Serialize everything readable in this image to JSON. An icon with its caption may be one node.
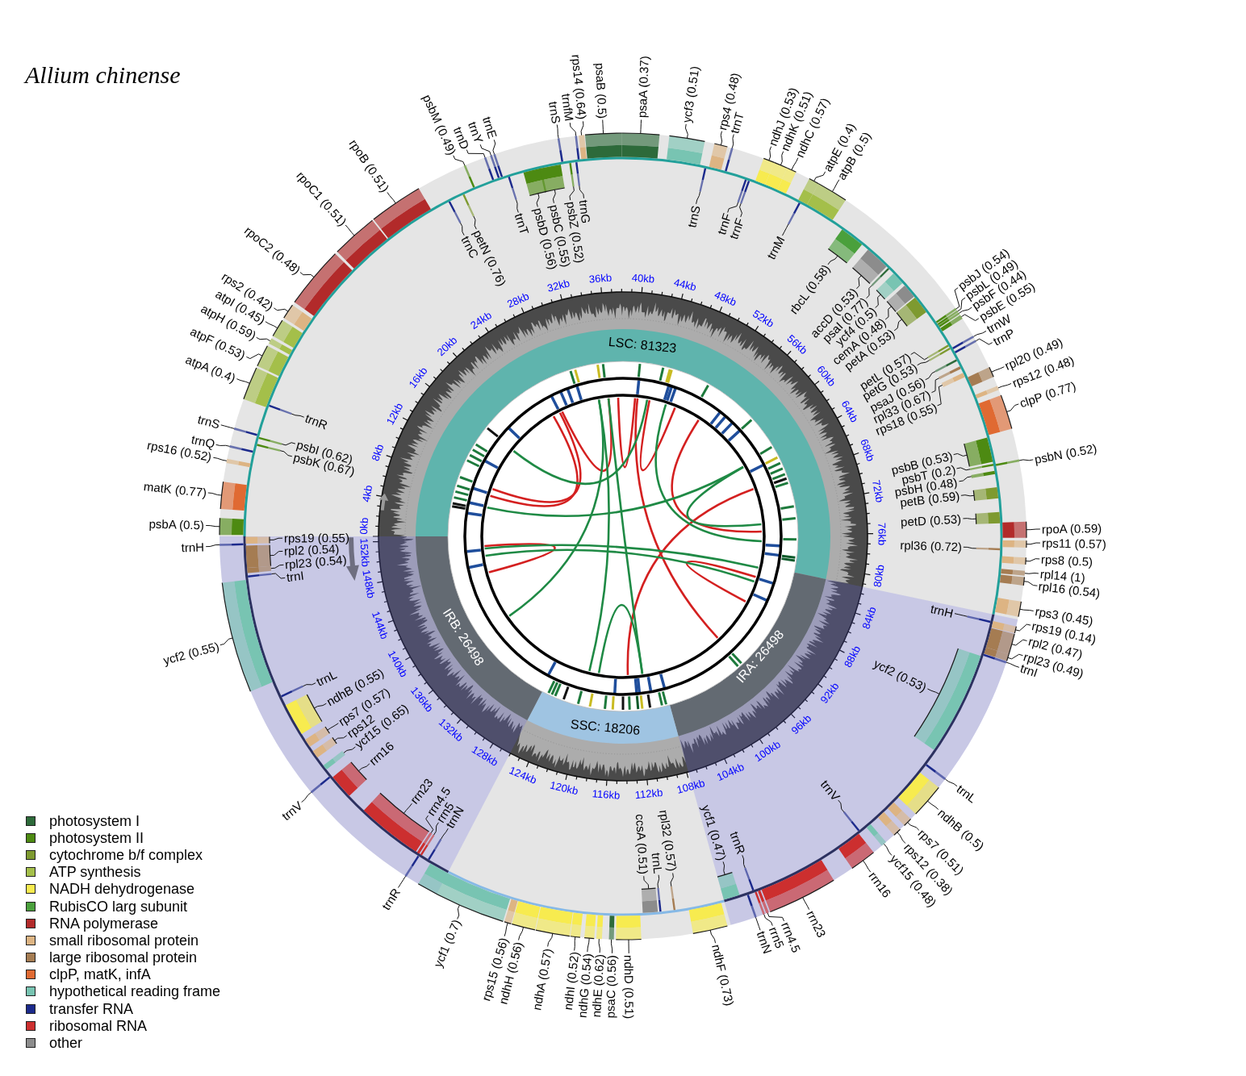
{
  "diagram": {
    "title": "Allium chinense",
    "nodes": [
      {
        "text": [
          "psbA (0.5)"
        ]
      },
      {
        "text": [
          "matK (0.77)"
        ]
      },
      {
        "text": [
          "rps16 (0.52)"
        ]
      },
      {
        "text": [
          "trnQ"
        ]
      },
      {
        "text": [
          "trnS"
        ]
      },
      {
        "text": [
          "atpA (0.4)"
        ]
      },
      {
        "text": [
          "atpF (0.53)"
        ]
      },
      {
        "text": [
          "atpH (0.59)"
        ]
      },
      {
        "text": [
          "atpI (0.45)"
        ]
      },
      {
        "text": [
          "rps2 (0.42)"
        ]
      },
      {
        "text": [
          "rpoC2 (0.48)"
        ]
      },
      {
        "text": [
          "rpoC1 (0.51)"
        ]
      },
      {
        "text": [
          "rpoB (0.51)"
        ]
      },
      {
        "text": [
          "psbM (0.49)"
        ]
      },
      {
        "text": [
          "trnD"
        ]
      },
      {
        "text": [
          "trnY"
        ]
      },
      {
        "text": [
          "trnE"
        ]
      },
      {
        "text": [
          "trnS"
        ]
      },
      {
        "text": [
          "trnfM"
        ]
      },
      {
        "text": [
          "rps14 (0.64)"
        ]
      },
      {
        "text": [
          "psaB (0.5)"
        ]
      },
      {
        "text": [
          "psaA (0.37)"
        ]
      },
      {
        "text": [
          "ycf3 (0.51)"
        ]
      },
      {
        "text": [
          "rps4 (0.48)"
        ]
      },
      {
        "text": [
          "trnT"
        ]
      },
      {
        "text": [
          "ndhJ (0.53)"
        ]
      },
      {
        "text": [
          "ndhK (0.51)"
        ]
      },
      {
        "text": [
          "ndhC (0.57)"
        ]
      },
      {
        "text": [
          "atpE (0.4)"
        ]
      },
      {
        "text": [
          "atpB (0.5)"
        ]
      },
      {
        "text": [
          "psbJ (0.54)"
        ]
      },
      {
        "text": [
          "psbL (0.49)"
        ]
      },
      {
        "text": [
          "psbF (0.44)"
        ]
      },
      {
        "text": [
          "psbE (0.55)"
        ]
      },
      {
        "text": [
          "trnW"
        ]
      },
      {
        "text": [
          "trnP"
        ]
      },
      {
        "text": [
          "rpl20 (0.49)"
        ]
      },
      {
        "text": [
          "rps12 (0.48)"
        ]
      },
      {
        "text": [
          "clpP (0.77)"
        ]
      },
      {
        "text": [
          "psbN (0.52)"
        ]
      },
      {
        "text": [
          "rpoA (0.59)"
        ]
      },
      {
        "text": [
          "rps11 (0.57)"
        ]
      },
      {
        "text": [
          "rps8 (0.5)"
        ]
      },
      {
        "text": [
          "rpl14 (1)"
        ]
      },
      {
        "text": [
          "rpl16 (0.54)"
        ]
      },
      {
        "text": [
          "rps3 (0.45)"
        ]
      },
      {
        "text": [
          "rps19 (0.14)"
        ]
      },
      {
        "text": [
          "rpl2 (0.47)"
        ]
      },
      {
        "text": [
          "rpl23 (0.49)"
        ]
      },
      {
        "text": [
          "trnI"
        ]
      },
      {
        "text": [
          "trnL"
        ]
      },
      {
        "text": [
          "ndhB (0.5)"
        ]
      },
      {
        "text": [
          "rps7 (0.51)"
        ]
      },
      {
        "text": [
          "rps12 (0.38)"
        ]
      },
      {
        "text": [
          "ycf15 (0.48)"
        ]
      },
      {
        "text": [
          "rrn16"
        ]
      },
      {
        "text": [
          "rrn23"
        ]
      },
      {
        "text": [
          "rrn4.5"
        ]
      },
      {
        "text": [
          "rrn5"
        ]
      },
      {
        "text": [
          "trnN"
        ]
      },
      {
        "text": [
          "ndhF (0.73)"
        ]
      },
      {
        "text": [
          "ndhD (0.51)"
        ]
      },
      {
        "text": [
          "psaC (0.56)"
        ]
      },
      {
        "text": [
          "ndhE (0.62)"
        ]
      },
      {
        "text": [
          "ndhG (0.54)"
        ]
      },
      {
        "text": [
          "ndhI (0.52)"
        ]
      },
      {
        "text": [
          "ndhA (0.57)"
        ]
      },
      {
        "text": [
          "ndhH (0.56)"
        ]
      },
      {
        "text": [
          "rps15 (0.56)"
        ]
      },
      {
        "text": [
          "ycf1 (0.7)"
        ]
      },
      {
        "text": [
          "trnR"
        ]
      },
      {
        "text": [
          "trnV"
        ]
      },
      {
        "text": [
          "ycf2 (0.55)"
        ]
      },
      {
        "text": [
          "trnH"
        ]
      },
      {
        "text": [
          "psbK (0.67)"
        ]
      },
      {
        "text": [
          "psbI (0.62)"
        ]
      },
      {
        "text": [
          "trnR"
        ]
      },
      {
        "text": [
          "trnC"
        ]
      },
      {
        "text": [
          "petN (0.76)"
        ]
      },
      {
        "text": [
          "trnT"
        ]
      },
      {
        "text": [
          "psbD (0.56)"
        ]
      },
      {
        "text": [
          "psbC (0.55)"
        ]
      },
      {
        "text": [
          "psbZ (0.52)"
        ]
      },
      {
        "text": [
          "trnG"
        ]
      },
      {
        "text": [
          "trnS"
        ]
      },
      {
        "text": [
          "trnF"
        ]
      },
      {
        "text": [
          "trnF"
        ]
      },
      {
        "text": [
          "trnM"
        ]
      },
      {
        "text": [
          "rbcL (0.58)"
        ]
      },
      {
        "text": [
          "accD (0.53)"
        ]
      },
      {
        "text": [
          "psaI (0.77)"
        ]
      },
      {
        "text": [
          "ycf4 (0.5)"
        ]
      },
      {
        "text": [
          "cemA (0.48)"
        ]
      },
      {
        "text": [
          "petA (0.53)"
        ]
      },
      {
        "text": [
          "petL (0.57)"
        ]
      },
      {
        "text": [
          "petG (0.53)"
        ]
      },
      {
        "text": [
          "psaJ (0.56)"
        ]
      },
      {
        "text": [
          "rpl33 (0.67)"
        ]
      },
      {
        "text": [
          "rps18 (0.55)"
        ]
      },
      {
        "text": [
          "psbB (0.53)"
        ]
      },
      {
        "text": [
          "psbT (0.2)"
        ]
      },
      {
        "text": [
          "psbH (0.48)"
        ]
      },
      {
        "text": [
          "petB (0.59)"
        ]
      },
      {
        "text": [
          "petD (0.53)"
        ]
      },
      {
        "text": [
          "rpl36 (0.72)"
        ]
      },
      {
        "text": [
          "trnH"
        ]
      },
      {
        "text": [
          "ycf2 (0.53)"
        ]
      },
      {
        "text": [
          "trnV"
        ]
      },
      {
        "text": [
          "trnR"
        ]
      },
      {
        "text": [
          "ycf1 (0.47)"
        ]
      },
      {
        "text": [
          "rpl32 (0.57)"
        ]
      },
      {
        "text": [
          "trnL"
        ]
      },
      {
        "text": [
          "ccsA (0.51)"
        ]
      },
      {
        "text": [
          "trnN"
        ]
      },
      {
        "text": [
          "rrn5"
        ]
      },
      {
        "text": [
          "rrn4.5"
        ]
      },
      {
        "text": [
          "rrn23"
        ]
      },
      {
        "text": [
          "rrn16"
        ]
      },
      {
        "text": [
          "ycf15 (0.65)"
        ]
      },
      {
        "text": [
          "rps12"
        ]
      },
      {
        "text": [
          "rps7 (0.57)"
        ]
      },
      {
        "text": [
          "ndhB (0.55)"
        ]
      },
      {
        "text": [
          "trnL"
        ]
      },
      {
        "text": [
          "trnI"
        ]
      },
      {
        "text": [
          "rpl23 (0.54)"
        ]
      },
      {
        "text": [
          "rpl2 (0.54)"
        ]
      },
      {
        "text": [
          "rps19 (0.55)"
        ]
      },
      {
        "text": [],
        "shape": "bar"
      },
      {
        "text": [],
        "shape": "bar"
      },
      {
        "text": [],
        "shape": "bar"
      },
      {
        "text": [],
        "shape": "bar"
      },
      {
        "text": [],
        "shape": "bar"
      },
      {
        "text": [],
        "shape": "bar"
      },
      {
        "text": [],
        "shape": "bar"
      },
      {
        "text": [],
        "shape": "bar"
      },
      {
        "text": [],
        "shape": "bar"
      },
      {
        "text": [],
        "shape": "bar"
      },
      {
        "text": [],
        "shape": "bar"
      },
      {
        "text": [],
        "shape": "bar"
      },
      {
        "text": [],
        "shape": "bar"
      },
      {
        "text": [],
        "shape": "bar"
      },
      {
        "text": [],
        "shape": "bar"
      },
      {
        "text": [],
        "shape": "bar"
      },
      {
        "text": [],
        "shape": "bar"
      },
      {
        "text": [],
        "shape": "bar"
      },
      {
        "text": [],
        "shape": "bar"
      },
      {
        "text": [],
        "shape": "bar"
      },
      {
        "text": [],
        "shape": "bar"
      },
      {
        "text": [],
        "shape": "bar"
      },
      {
        "text": [],
        "shape": "bar"
      },
      {
        "text": [],
        "shape": "bar"
      },
      {
        "text": [],
        "shape": "bar"
      },
      {
        "text": [],
        "shape": "bar"
      },
      {
        "text": [],
        "shape": "bar"
      },
      {
        "text": [],
        "shape": "bar"
      },
      {
        "text": [],
        "shape": "bar"
      },
      {
        "text": [],
        "shape": "bar"
      },
      {
        "text": [],
        "shape": "bar"
      },
      {
        "text": [],
        "shape": "bar"
      },
      {
        "text": [],
        "shape": "bar"
      },
      {
        "text": [],
        "shape": "bar"
      },
      {
        "text": [],
        "shape": "bar"
      },
      {
        "text": [],
        "shape": "bar"
      },
      {
        "text": [],
        "shape": "bar"
      },
      {
        "text": [],
        "shape": "bar"
      },
      {
        "text": [],
        "shape": "bar"
      },
      {
        "text": [],
        "shape": "bar"
      },
      {
        "text": [],
        "shape": "bar"
      },
      {
        "text": [],
        "shape": "bar"
      },
      {
        "text": [],
        "shape": "bar"
      },
      {
        "text": [],
        "shape": "bar"
      },
      {
        "text": [],
        "shape": "bar"
      },
      {
        "text": [],
        "shape": "bar"
      },
      {
        "text": [],
        "shape": "bar"
      },
      {
        "text": [],
        "shape": "bar"
      },
      {
        "text": [],
        "shape": "bar"
      },
      {
        "text": [],
        "shape": "bar"
      },
      {
        "text": [],
        "shape": "bar"
      },
      {
        "text": [],
        "shape": "bar"
      },
      {
        "text": [],
        "shape": "bar"
      },
      {
        "text": [],
        "shape": "bar"
      },
      {
        "text": [],
        "shape": "bar"
      },
      {
        "text": [],
        "shape": "bar"
      },
      {
        "text": [],
        "shape": "bar"
      },
      {
        "text": [],
        "shape": "bar"
      },
      {
        "text": [],
        "shape": "bar"
      },
      {
        "text": [],
        "shape": "bar"
      },
      {
        "text": [],
        "shape": "bar"
      },
      {
        "text": [],
        "shape": "bar"
      },
      {
        "text": [],
        "shape": "bar"
      },
      {
        "text": [],
        "shape": "bar"
      },
      {
        "text": [],
        "shape": "bar"
      },
      {
        "text": [],
        "shape": "bar"
      },
      {
        "text": [],
        "shape": "bar"
      },
      {
        "text": [],
        "shape": "bar"
      },
      {
        "text": [],
        "shape": "bar"
      },
      {
        "text": [],
        "shape": "bar"
      },
      {
        "text": [],
        "shape": "bar"
      },
      {
        "text": [],
        "shape": "bar"
      },
      {
        "text": [],
        "shape": "bar"
      },
      {
        "text": [],
        "shape": "bar"
      },
      {
        "text": [],
        "shape": "bar"
      },
      {
        "text": [],
        "shape": "bar"
      },
      {
        "text": [],
        "shape": "bar"
      },
      {
        "text": [],
        "shape": "bar"
      },
      {
        "text": [],
        "shape": "bar"
      },
      {
        "text": [],
        "shape": "bar"
      },
      {
        "text": [],
        "shape": "bar"
      },
      {
        "text": [],
        "shape": "bar"
      },
      {
        "text": [],
        "shape": "bar"
      },
      {
        "text": [],
        "shape": "bar"
      },
      {
        "text": [],
        "shape": "bar"
      },
      {
        "text": [],
        "shape": "bar"
      },
      {
        "text": [],
        "shape": "bar"
      },
      {
        "text": [],
        "shape": "bar"
      },
      {
        "text": [],
        "shape": "bar"
      },
      {
        "text": [],
        "shape": "bar"
      },
      {
        "text": [],
        "shape": "bar"
      },
      {
        "text": [],
        "shape": "bar"
      },
      {
        "text": [],
        "shape": "bar"
      },
      {
        "text": [],
        "shape": "bar"
      },
      {
        "text": [],
        "shape": "bar"
      },
      {
        "text": [],
        "shape": "bar"
      },
      {
        "text": [],
        "shape": "bar"
      },
      {
        "text": [],
        "shape": "bar"
      },
      {
        "text": [],
        "shape": "bar"
      },
      {
        "text": [],
        "shape": "bar"
      },
      {
        "text": [],
        "shape": "bar"
      },
      {
        "text": [],
        "shape": "bar"
      },
      {
        "text": [],
        "shape": "bar"
      },
      {
        "text": [],
        "shape": "bar"
      },
      {
        "text": [],
        "shape": "bar"
      },
      {
        "text": [],
        "shape": "bar"
      },
      {
        "text": [],
        "shape": "bar"
      },
      {
        "text": [],
        "shape": "bar"
      },
      {
        "text": [],
        "shape": "bar"
      },
      {
        "text": [],
        "shape": "bar"
      },
      {
        "text": [],
        "shape": "bar"
      },
      {
        "text": [],
        "shape": "bar"
      },
      {
        "text": [],
        "shape": "bar"
      },
      {
        "text": [],
        "shape": "bar"
      },
      {
        "text": [],
        "shape": "bar"
      },
      {
        "text": [],
        "shape": "bar"
      },
      {
        "text": [],
        "shape": "bar"
      },
      {
        "text": [],
        "shape": "bar"
      },
      {
        "text": [],
        "shape": "bar"
      },
      {
        "text": [],
        "shape": "bar"
      },
      {
        "text": [],
        "shape": "bar"
      },
      {
        "text": [],
        "shape": "bar"
      },
      {
        "text": [],
        "shape": "bar"
      },
      {
        "text": [],
        "shape": "bar"
      },
      {
        "text": [],
        "shape": "bar"
      },
      {
        "text": [],
        "shape": "bar"
      },
      {
        "text": [],
        "shape": "bar"
      }
    ],
    "edges": [
      {
        "from": 0,
        "to": 127,
        "arrow": "none"
      },
      {
        "from": 1,
        "to": 128,
        "arrow": "none"
      },
      {
        "from": 2,
        "to": 129,
        "arrow": "none"
      },
      {
        "from": 3,
        "to": 130,
        "arrow": "none"
      },
      {
        "from": 4,
        "to": 131,
        "arrow": "none"
      },
      {
        "from": 5,
        "to": 132,
        "arrow": "none"
      },
      {
        "from": 6,
        "to": 133,
        "arrow": "none"
      },
      {
        "from": 7,
        "to": 134,
        "arrow": "none"
      },
      {
        "from": 8,
        "to": 135,
        "arrow": "none"
      },
      {
        "from": 9,
        "to": 136,
        "arrow": "none"
      },
      {
        "from": 10,
        "to": 137,
        "arrow": "none"
      },
      {
        "from": 11,
        "to": 138,
        "arrow": "none"
      },
      {
        "from": 12,
        "to": 139,
        "arrow": "none"
      },
      {
        "from": 13,
        "to": 140,
        "arrow": "none"
      },
      {
        "from": 14,
        "to": 141,
        "arrow": "none"
      },
      {
        "from": 15,
        "to": 142,
        "arrow": "none"
      },
      {
        "from": 16,
        "to": 143,
        "arrow": "none"
      },
      {
        "from": 17,
        "to": 144,
        "arrow": "none"
      },
      {
        "from": 18,
        "to": 145,
        "arrow": "none"
      },
      {
        "from": 19,
        "to": 146,
        "arrow": "none"
      },
      {
        "from": 20,
        "to": 147,
        "arrow": "none"
      },
      {
        "from": 21,
        "to": 148,
        "arrow": "none"
      },
      {
        "from": 22,
        "to": 149,
        "arrow": "none"
      },
      {
        "from": 23,
        "to": 150,
        "arrow": "none"
      },
      {
        "from": 24,
        "to": 151,
        "arrow": "none"
      },
      {
        "from": 25,
        "to": 152,
        "arrow": "none"
      },
      {
        "from": 26,
        "to": 153,
        "arrow": "none"
      },
      {
        "from": 27,
        "to": 154,
        "arrow": "none"
      },
      {
        "from": 28,
        "to": 155,
        "arrow": "none"
      },
      {
        "from": 29,
        "to": 156,
        "arrow": "none"
      },
      {
        "from": 30,
        "to": 157,
        "arrow": "none"
      },
      {
        "from": 31,
        "to": 158,
        "arrow": "none"
      },
      {
        "from": 32,
        "to": 159,
        "arrow": "none"
      },
      {
        "from": 33,
        "to": 160,
        "arrow": "none"
      },
      {
        "from": 34,
        "to": 161,
        "arrow": "none"
      },
      {
        "from": 35,
        "to": 162,
        "arrow": "none"
      },
      {
        "from": 36,
        "to": 163,
        "arrow": "none"
      },
      {
        "from": 37,
        "to": 164,
        "arrow": "none"
      },
      {
        "from": 38,
        "to": 165,
        "arrow": "none"
      },
      {
        "from": 39,
        "to": 166,
        "arrow": "none"
      },
      {
        "from": 40,
        "to": 167,
        "arrow": "none"
      },
      {
        "from": 41,
        "to": 168,
        "arrow": "none"
      },
      {
        "from": 42,
        "to": 169,
        "arrow": "none"
      },
      {
        "from": 43,
        "to": 170,
        "arrow": "none"
      },
      {
        "from": 44,
        "to": 171,
        "arrow": "none"
      },
      {
        "from": 45,
        "to": 172,
        "arrow": "none"
      },
      {
        "from": 46,
        "to": 173,
        "arrow": "none"
      },
      {
        "from": 47,
        "to": 174,
        "arrow": "none"
      },
      {
        "from": 48,
        "to": 175,
        "arrow": "none"
      },
      {
        "from": 49,
        "to": 176,
        "arrow": "none"
      },
      {
        "from": 50,
        "to": 177,
        "arrow": "none"
      },
      {
        "from": 51,
        "to": 178,
        "arrow": "none"
      },
      {
        "from": 52,
        "to": 179,
        "arrow": "none"
      },
      {
        "from": 53,
        "to": 180,
        "arrow": "none"
      },
      {
        "from": 54,
        "to": 181,
        "arrow": "none"
      },
      {
        "from": 55,
        "to": 182,
        "arrow": "none"
      },
      {
        "from": 56,
        "to": 183,
        "arrow": "none"
      },
      {
        "from": 57,
        "to": 184,
        "arrow": "none"
      },
      {
        "from": 58,
        "to": 185,
        "arrow": "none"
      },
      {
        "from": 59,
        "to": 186,
        "arrow": "none"
      },
      {
        "from": 60,
        "to": 187,
        "arrow": "none"
      },
      {
        "from": 61,
        "to": 188,
        "arrow": "none"
      },
      {
        "from": 62,
        "to": 189,
        "arrow": "none"
      },
      {
        "from": 63,
        "to": 190,
        "arrow": "none"
      },
      {
        "from": 64,
        "to": 191,
        "arrow": "none"
      },
      {
        "from": 65,
        "to": 192,
        "arrow": "none"
      },
      {
        "from": 66,
        "to": 193,
        "arrow": "none"
      },
      {
        "from": 67,
        "to": 194,
        "arrow": "none"
      },
      {
        "from": 68,
        "to": 195,
        "arrow": "none"
      },
      {
        "from": 69,
        "to": 196,
        "arrow": "none"
      },
      {
        "from": 70,
        "to": 197,
        "arrow": "none"
      },
      {
        "from": 71,
        "to": 198,
        "arrow": "none"
      },
      {
        "from": 72,
        "to": 199,
        "arrow": "none"
      },
      {
        "from": 73,
        "to": 200,
        "arrow": "none"
      },
      {
        "from": 74,
        "to": 201,
        "arrow": "none"
      },
      {
        "from": 75,
        "to": 202,
        "arrow": "none"
      },
      {
        "from": 76,
        "to": 203,
        "arrow": "none"
      },
      {
        "from": 77,
        "to": 204,
        "arrow": "none"
      },
      {
        "from": 78,
        "to": 205,
        "arrow": "none"
      },
      {
        "from": 79,
        "to": 206,
        "arrow": "none"
      },
      {
        "from": 80,
        "to": 207,
        "arrow": "none"
      },
      {
        "from": 81,
        "to": 208,
        "arrow": "none"
      },
      {
        "from": 82,
        "to": 209,
        "arrow": "none"
      },
      {
        "from": 83,
        "to": 210,
        "arrow": "none"
      },
      {
        "from": 84,
        "to": 211,
        "arrow": "none"
      },
      {
        "from": 85,
        "to": 212,
        "arrow": "none"
      },
      {
        "from": 86,
        "to": 213,
        "arrow": "none"
      },
      {
        "from": 87,
        "to": 214,
        "arrow": "none"
      },
      {
        "from": 88,
        "to": 215,
        "arrow": "none"
      },
      {
        "from": 89,
        "to": 216,
        "arrow": "none"
      },
      {
        "from": 90,
        "to": 217,
        "arrow": "none"
      },
      {
        "from": 91,
        "to": 218,
        "arrow": "none"
      },
      {
        "from": 92,
        "to": 219,
        "arrow": "none"
      },
      {
        "from": 93,
        "to": 220,
        "arrow": "none"
      },
      {
        "from": 94,
        "to": 221,
        "arrow": "none"
      },
      {
        "from": 95,
        "to": 222,
        "arrow": "none"
      },
      {
        "from": 96,
        "to": 223,
        "arrow": "none"
      },
      {
        "from": 97,
        "to": 224,
        "arrow": "none"
      },
      {
        "from": 98,
        "to": 225,
        "arrow": "none"
      },
      {
        "from": 99,
        "to": 226,
        "arrow": "none"
      },
      {
        "from": 100,
        "to": 227,
        "arrow": "none"
      },
      {
        "from": 101,
        "to": 228,
        "arrow": "none"
      },
      {
        "from": 102,
        "to": 229,
        "arrow": "none"
      },
      {
        "from": 103,
        "to": 230,
        "arrow": "none"
      },
      {
        "from": 104,
        "to": 231,
        "arrow": "none"
      },
      {
        "from": 105,
        "to": 232,
        "arrow": "none"
      },
      {
        "from": 106,
        "to": 233,
        "arrow": "none"
      },
      {
        "from": 107,
        "to": 234,
        "arrow": "none"
      },
      {
        "from": 108,
        "to": 235,
        "arrow": "none"
      },
      {
        "from": 109,
        "to": 236,
        "arrow": "none"
      },
      {
        "from": 110,
        "to": 237,
        "arrow": "none"
      },
      {
        "from": 111,
        "to": 238,
        "arrow": "none"
      },
      {
        "from": 112,
        "to": 239,
        "arrow": "none"
      },
      {
        "from": 113,
        "to": 240,
        "arrow": "none"
      },
      {
        "from": 114,
        "to": 241,
        "arrow": "none"
      },
      {
        "from": 115,
        "to": 242,
        "arrow": "none"
      },
      {
        "from": 116,
        "to": 243,
        "arrow": "none"
      },
      {
        "from": 117,
        "to": 244,
        "arrow": "none"
      },
      {
        "from": 118,
        "to": 245,
        "arrow": "none"
      },
      {
        "from": 119,
        "to": 246,
        "arrow": "none"
      },
      {
        "from": 120,
        "to": 247,
        "arrow": "none"
      },
      {
        "from": 121,
        "to": 248,
        "arrow": "none"
      },
      {
        "from": 122,
        "to": 249,
        "arrow": "none"
      },
      {
        "from": 123,
        "to": 250,
        "arrow": "none"
      },
      {
        "from": 124,
        "to": 251,
        "arrow": "none"
      },
      {
        "from": 125,
        "to": 252,
        "arrow": "none"
      },
      {
        "from": 126,
        "to": 253,
        "arrow": "none"
      }
    ],
    "labels": [
      "0kb",
      "4kb",
      "8kb",
      "12kb",
      "16kb",
      "20kb",
      "24kb",
      "28kb",
      "32kb",
      "36kb",
      "40kb",
      "44kb",
      "48kb",
      "52kb",
      "56kb",
      "60kb",
      "64kb",
      "68kb",
      "72kb",
      "76kb",
      "80kb",
      "84kb",
      "88kb",
      "92kb",
      "96kb",
      "100kb",
      "104kb",
      "108kb",
      "112kb",
      "116kb",
      "120kb",
      "124kb",
      "128kb",
      "132kb",
      "136kb",
      "140kb",
      "144kb",
      "148kb",
      "152kb",
      "LSC: 81323",
      "IRB: 26498",
      "IRA: 26498",
      "SSC: 18206"
    ],
    "legend": [
      {
        "text": "photosystem I",
        "color": "#2d6a3a"
      },
      {
        "text": "photosystem II",
        "color": "#4d8a12"
      },
      {
        "text": "cytochrome b/f complex",
        "color": "#7e9a30"
      },
      {
        "text": "ATP synthesis",
        "color": "#a4bf4a"
      },
      {
        "text": "NADH dehydrogenase",
        "color": "#f7eb4f"
      },
      {
        "text": "RubisCO larg subunit",
        "color": "#4aa03c"
      },
      {
        "text": "RNA polymerase",
        "color": "#b22a2a"
      },
      {
        "text": "small ribosomal protein",
        "color": "#ddb483"
      },
      {
        "text": "large ribosomal protein",
        "color": "#a57c52"
      },
      {
        "text": "clpP, matK, infA",
        "color": "#e06a32"
      },
      {
        "text": "hypothetical reading frame",
        "color": "#78c4b2"
      },
      {
        "text": "transfer RNA",
        "color": "#1c2a8c"
      },
      {
        "text": "ribosomal RNA",
        "color": "#cc2f2f"
      },
      {
        "text": "other",
        "color": "#8c8c8c"
      }
    ]
  }
}
